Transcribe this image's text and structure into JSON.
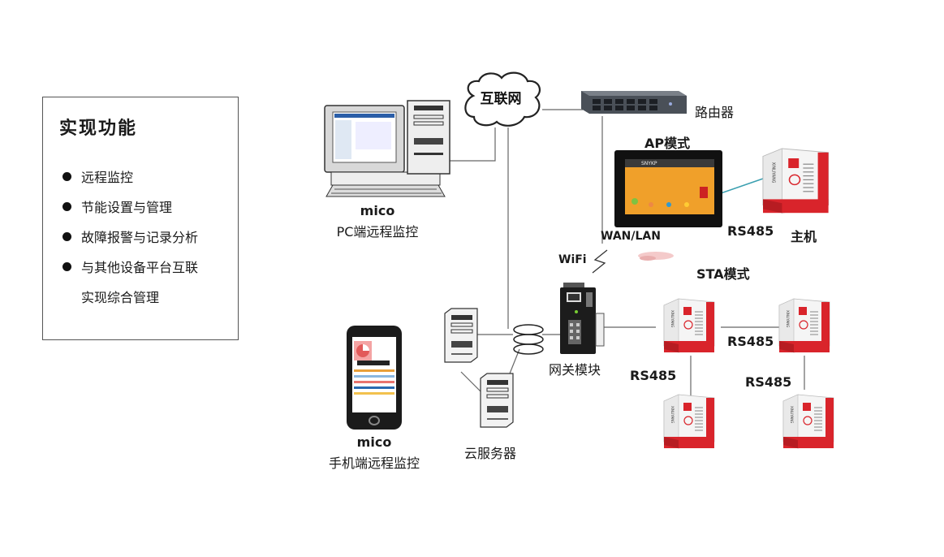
{
  "features": {
    "title": "实现功能",
    "items": [
      "远程监控",
      "节能设置与管理",
      "故障报警与记录分析",
      "与其他设备平台互联"
    ],
    "item_continuation": "实现综合管理"
  },
  "nodes": {
    "internet": "互联网",
    "router": "路由器",
    "ap_mode": "AP模式",
    "wan_lan": "WAN/LAN",
    "host": "主机",
    "wifi": "WiFi",
    "sta_mode": "STA模式",
    "gateway": "网关模块",
    "cloud_server": "云服务器",
    "pc_name": "mico",
    "pc_desc": "PC端远程监控",
    "mobile_name": "mico",
    "mobile_desc": "手机端远程监控",
    "screen_brand": "SNYKP"
  },
  "links": {
    "rs485_host": "RS485",
    "rs485_top": "RS485",
    "rs485_left": "RS485",
    "rs485_right": "RS485"
  },
  "compressor_brand": "XINLIYANG",
  "colors": {
    "compressor_red": "#d9242b",
    "router_gray": "#4a5058",
    "screen_orange": "#f0a02a",
    "line_gray": "#666666",
    "teal_link": "#3a9fb0"
  }
}
